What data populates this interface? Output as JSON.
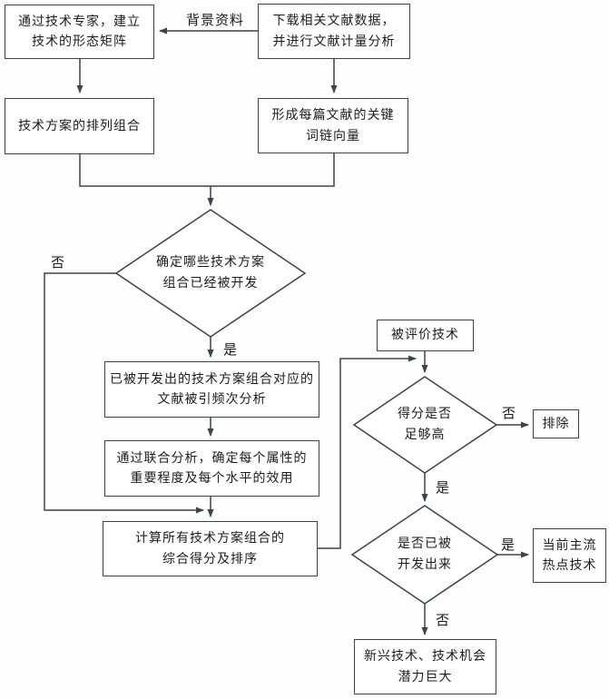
{
  "diagram": {
    "type": "flowchart",
    "nodes": {
      "morph_matrix": {
        "shape": "rect",
        "lines": [
          "通过技术专家，建立",
          "技术的形态矩阵"
        ]
      },
      "download_literature": {
        "shape": "rect",
        "lines": [
          "下载相关文献数据，",
          "并进行文献计量分析"
        ]
      },
      "combination": {
        "shape": "rect",
        "lines": [
          "技术方案的排列组合"
        ]
      },
      "keyword_vector": {
        "shape": "rect",
        "lines": [
          "形成每篇文献的关键",
          "词链向量"
        ]
      },
      "decision_developed": {
        "shape": "diamond",
        "lines": [
          "确定哪些技术方案",
          "组合已经被开发"
        ]
      },
      "citation_analysis": {
        "shape": "rect",
        "lines": [
          "已被开发出的技术方案组合对应的",
          "文献被引频次分析"
        ]
      },
      "conjoint_analysis": {
        "shape": "rect",
        "lines": [
          "通过联合分析，确定每个属性的",
          "重要程度及每个水平的效用"
        ]
      },
      "score_ranking": {
        "shape": "rect",
        "lines": [
          "计算所有技术方案组合的",
          "综合得分及排序"
        ]
      },
      "evaluated_tech": {
        "shape": "rect",
        "lines": [
          "被评价技术"
        ]
      },
      "decision_score": {
        "shape": "diamond",
        "lines": [
          "得分是否",
          "足够高"
        ]
      },
      "exclude": {
        "shape": "rect",
        "lines": [
          "排除"
        ]
      },
      "decision_already_developed": {
        "shape": "diamond",
        "lines": [
          "是否已被",
          "开发出来"
        ]
      },
      "mainstream_tech": {
        "shape": "rect",
        "lines": [
          "当前主流",
          "热点技术"
        ]
      },
      "emerging_tech": {
        "shape": "rect",
        "lines": [
          "新兴技术、技术机会",
          "潜力巨大"
        ]
      }
    },
    "edge_labels": {
      "background_material": "背景资料",
      "d1_no": "否",
      "d1_yes": "是",
      "d2_no": "否",
      "d2_yes": "是",
      "d3_yes": "是",
      "d3_no": "否"
    },
    "colors": {
      "line": "#3e4247",
      "text": "#1c1c1c",
      "node_fill": "#ffffff",
      "background": "#fdfdfd"
    }
  }
}
